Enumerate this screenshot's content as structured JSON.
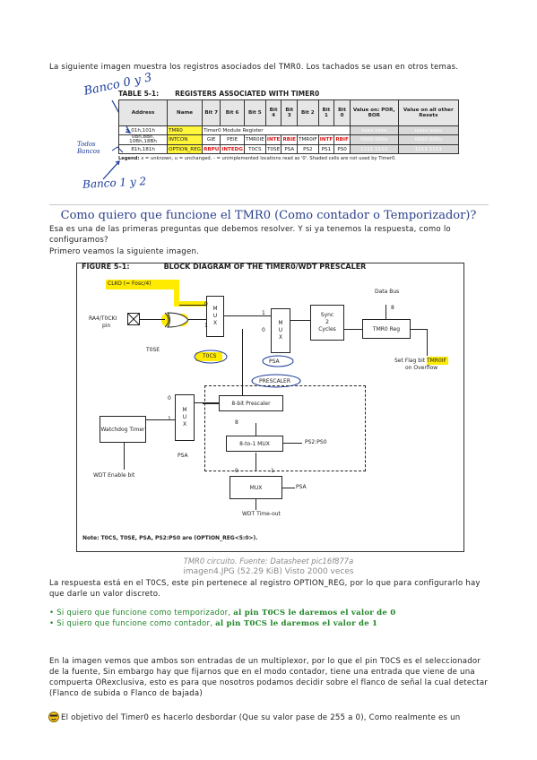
{
  "intro": "La siguiente imagen muestra los registros asociados del TMR0. Los tachados se usan en otros temas.",
  "handwriting": {
    "banco03": "Banco 0 y 3",
    "todos_bancos": "Todos Bancos",
    "banco12": "Banco 1 y 2"
  },
  "reg_table": {
    "id": "TABLE 5-1:",
    "title": "REGISTERS ASSOCIATED WITH TIMER0",
    "headers": [
      "Address",
      "Name",
      "Bit 7",
      "Bit 6",
      "Bit 5",
      "Bit 4",
      "Bit 3",
      "Bit 2",
      "Bit 1",
      "Bit 0",
      "Value on: POR, BOR",
      "Value on all other Resets"
    ],
    "rows": [
      {
        "addr": "01h,101h",
        "name": "TMR0",
        "module": "Timer0 Module Register",
        "por": "xxxx xxxx",
        "other": "uuuu uuuu"
      },
      {
        "addr": "0Bh,8Bh, 10Bh,18Bh",
        "name": "INTCON",
        "bits": [
          "GIE",
          "PEIE",
          "TMR0IE",
          "INTE",
          "RBIE",
          "TMR0IF",
          "INTF",
          "RBIF"
        ],
        "por": "0000 000x",
        "other": "0000 000u"
      },
      {
        "addr": "81h,181h",
        "name": "OPTION_REG",
        "bits": [
          "RBPU",
          "INTEDG",
          "T0CS",
          "T0SE",
          "PSA",
          "PS2",
          "PS1",
          "PS0"
        ],
        "por": "1111 1111",
        "other": "1111 1111"
      }
    ],
    "legend_label": "Legend:",
    "legend": "x = unknown, u = unchanged, - = unimplemented locations read as '0'. Shaded cells are not used by Timer0."
  },
  "heading": "Como quiero que funcione el TMR0 (Como contador o Temporizador)?",
  "para1_line1": "Esa es una de las primeras preguntas que debemos resolver. Y si ya tenemos la respuesta, como lo",
  "para1_line2": "configuramos?",
  "para1_line3": "Primero veamos la siguiente imagen.",
  "figure": {
    "id": "FIGURE 5-1:",
    "title": "BLOCK DIAGRAM OF THE TIMER0/WDT PRESCALER",
    "clko": "CLKO (= Fosc/4)",
    "ra4": "RA4/T0CKI",
    "pin": "pin",
    "t0se": "T0SE",
    "t0cs": "T0CS",
    "psa": "PSA",
    "mux": "M\nU\nX",
    "sync": "Sync\n2\nCycles",
    "tmr0reg": "TMR0 Reg",
    "databus": "Data Bus",
    "eight": "8",
    "setflag": "Set Flag bit TMR0IF",
    "onoverflow": "on Overflow",
    "prescaler": "PRESCALER",
    "prescaler8": "8-bit Prescaler",
    "mux8to1": "8-to-1 MUX",
    "ps": "PS2:PS0",
    "watchdog": "Watchdog Timer",
    "wdtenable": "WDT Enable bit",
    "muxbottom": "MUX",
    "wdt_timeout": "WDT Time-out",
    "zero": "0",
    "one": "1",
    "note": "Note: T0CS, T0SE, PSA, PS2:PS0 are (OPTION_REG<5:0>)."
  },
  "caption1": "TMR0 circuito. Fuente: Datasheet pic16f877a",
  "caption2": "imagen4.JPG (52.29 KiB) Visto 2000 veces",
  "para2_line1": "La respuesta está en el T0CS, este pin pertenece al registro OPTION_REG, por lo que para configurarlo hay",
  "para2_line2": "que darle un valor discreto.",
  "bullet1_pre": "• Si quiero que funcione como temporizador, ",
  "bullet1_bold": "al pin T0CS le daremos el valor de 0",
  "bullet2_pre": "• Si quiero que funcione como contador, ",
  "bullet2_bold": "al pin T0CS le daremos el valor de 1",
  "para3_line1": "En la imagen vemos que ambos son entradas de un multiplexor, por lo que el pin T0CS es el seleccionador",
  "para3_line2": "de la fuente, Sin embargo hay que fijarnos que en el modo contador, tiene una entrada que viene de una",
  "para3_line3": "compuerta ORexclusiva, esto es para que nosotros podamos decidir sobre el flanco de señal la cual detectar",
  "para3_line4": "(Flanco de subida o Flanco de bajada)",
  "para4": "El objetivo del Timer0 es hacerlo desbordar (Que su valor pase de 255 a 0), Como realmente es un",
  "colors": {
    "heading": "#2b3f8a",
    "bullet": "#22862a",
    "highlight": "#ffeb00",
    "ink": "#1a3a9a"
  }
}
